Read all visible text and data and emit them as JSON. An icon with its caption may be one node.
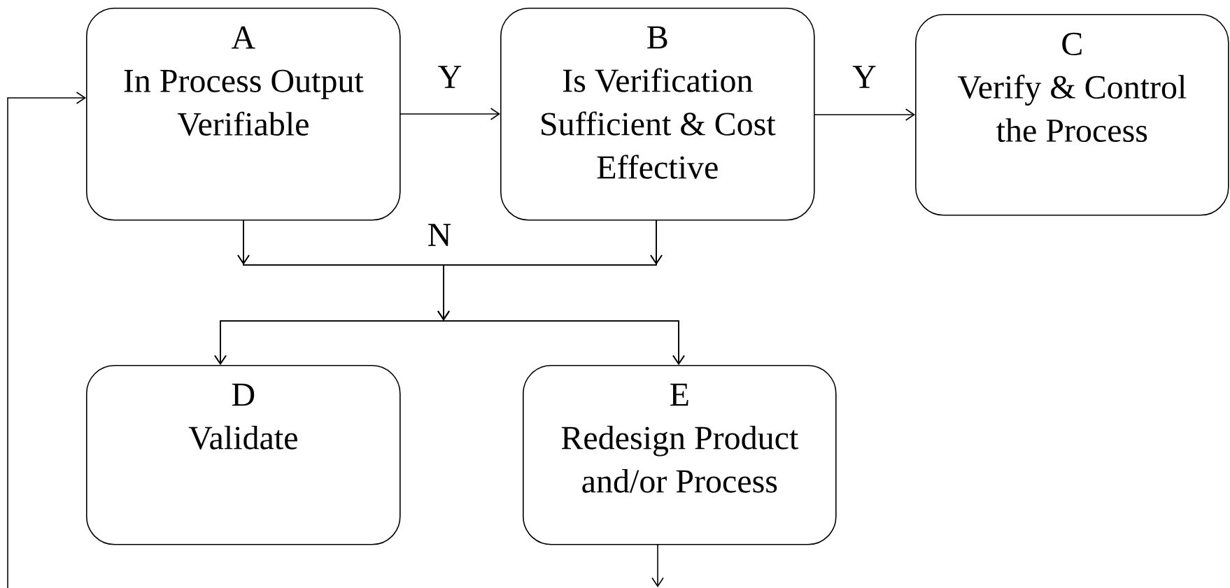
{
  "diagram": {
    "nodes": [
      {
        "text": [
          "A",
          "In Process Output Verifiable"
        ]
      },
      {
        "text": [
          "B",
          "Is Verification Sufficient & Cost Effective"
        ]
      },
      {
        "text": [
          "C",
          "Verify & Control the Process"
        ]
      },
      {
        "text": [
          "D",
          "Validate"
        ]
      },
      {
        "text": [
          "E",
          "Redesign Product and/or Process"
        ]
      }
    ],
    "edges": [
      {
        "from": 0,
        "to": 1,
        "arrow": "to",
        "label": "Y"
      },
      {
        "from": 1,
        "to": 2,
        "arrow": "to",
        "label": "Y"
      },
      {
        "from": 0,
        "to": 3,
        "arrow": "to",
        "label": "N"
      },
      {
        "from": 0,
        "to": 4,
        "arrow": "to"
      },
      {
        "from": 1,
        "to": 3,
        "arrow": "to"
      },
      {
        "from": 1,
        "to": 4,
        "arrow": "to"
      },
      {
        "from": null,
        "to": 0,
        "arrow": "to"
      },
      {
        "from": 4,
        "to": null,
        "arrow": "to"
      }
    ]
  }
}
